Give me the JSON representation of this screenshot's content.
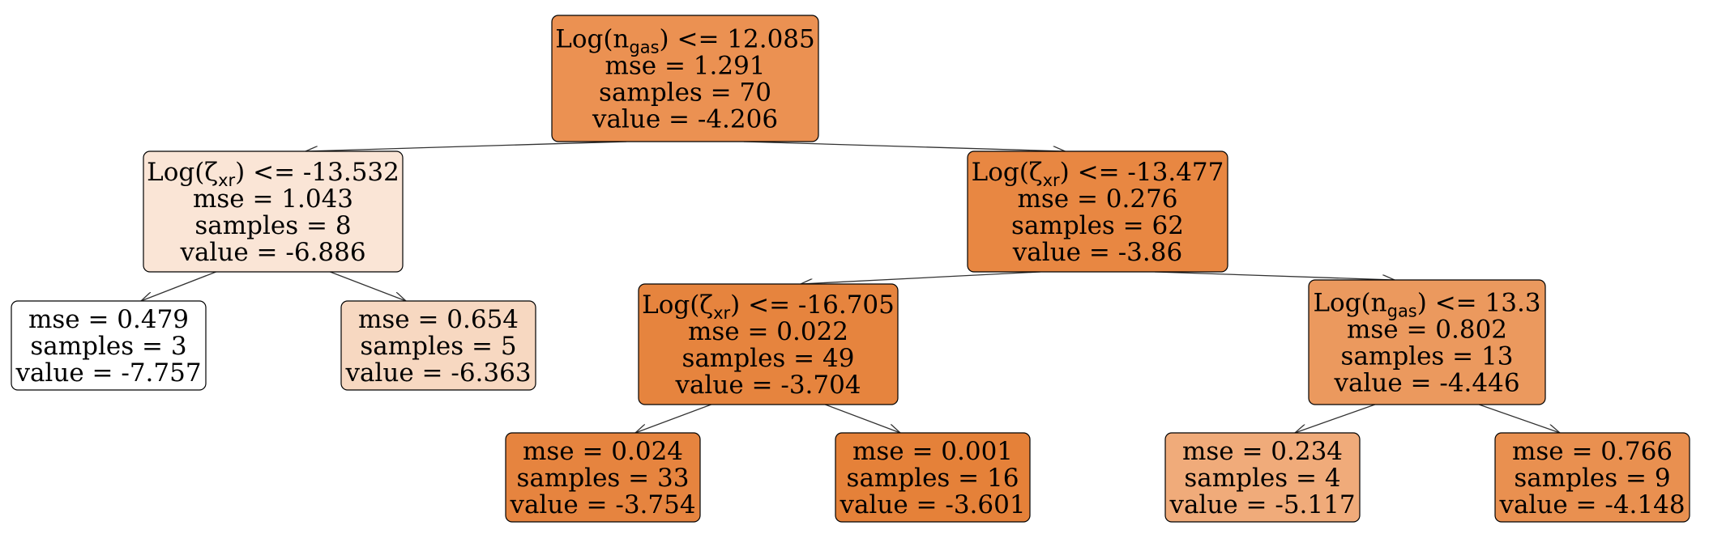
{
  "tree": {
    "nodes": [
      {
        "id": "n0",
        "split": {
          "pre": "Log(n",
          "sub": "gas",
          "post": ") <= 12.085"
        },
        "lines": [
          "mse = 1.291",
          "samples = 70",
          "value = -4.206"
        ],
        "fill": "#eb9152"
      },
      {
        "id": "n1",
        "split": {
          "pre": "Log(ζ",
          "sub": "xr",
          "post": ") <= -13.532"
        },
        "lines": [
          "mse = 1.043",
          "samples = 8",
          "value = -6.886"
        ],
        "fill": "#fae5d6"
      },
      {
        "id": "n2",
        "lines": [
          "mse = 0.479",
          "samples = 3",
          "value = -7.757"
        ],
        "fill": "#ffffff"
      },
      {
        "id": "n3",
        "lines": [
          "mse = 0.654",
          "samples = 5",
          "value = -6.363"
        ],
        "fill": "#f7d8c1"
      },
      {
        "id": "n4",
        "split": {
          "pre": "Log(ζ",
          "sub": "xr",
          "post": ") <= -13.477"
        },
        "lines": [
          "mse = 0.276",
          "samples = 62",
          "value = -3.86"
        ],
        "fill": "#e88742"
      },
      {
        "id": "n5",
        "split": {
          "pre": "Log(ζ",
          "sub": "xr",
          "post": ") <= -16.705"
        },
        "lines": [
          "mse = 0.022",
          "samples = 49",
          "value = -3.704"
        ],
        "fill": "#e6843e"
      },
      {
        "id": "n6",
        "lines": [
          "mse = 0.024",
          "samples = 33",
          "value = -3.754"
        ],
        "fill": "#e6843f"
      },
      {
        "id": "n7",
        "lines": [
          "mse = 0.001",
          "samples = 16",
          "value = -3.601"
        ],
        "fill": "#e58139"
      },
      {
        "id": "n8",
        "split": {
          "pre": "Log(n",
          "sub": "gas",
          "post": ") <= 13.3"
        },
        "lines": [
          "mse = 0.802",
          "samples = 13",
          "value = -4.446"
        ],
        "fill": "#eb995e"
      },
      {
        "id": "n9",
        "lines": [
          "mse = 0.234",
          "samples = 4",
          "value = -5.117"
        ],
        "fill": "#f0ab7a"
      },
      {
        "id": "n10",
        "lines": [
          "mse = 0.766",
          "samples = 9",
          "value = -4.148"
        ],
        "fill": "#e99050"
      }
    ],
    "edges": [
      [
        "n0",
        "n1"
      ],
      [
        "n0",
        "n4"
      ],
      [
        "n1",
        "n2"
      ],
      [
        "n1",
        "n3"
      ],
      [
        "n4",
        "n5"
      ],
      [
        "n4",
        "n8"
      ],
      [
        "n5",
        "n6"
      ],
      [
        "n5",
        "n7"
      ],
      [
        "n8",
        "n9"
      ],
      [
        "n8",
        "n10"
      ]
    ]
  }
}
